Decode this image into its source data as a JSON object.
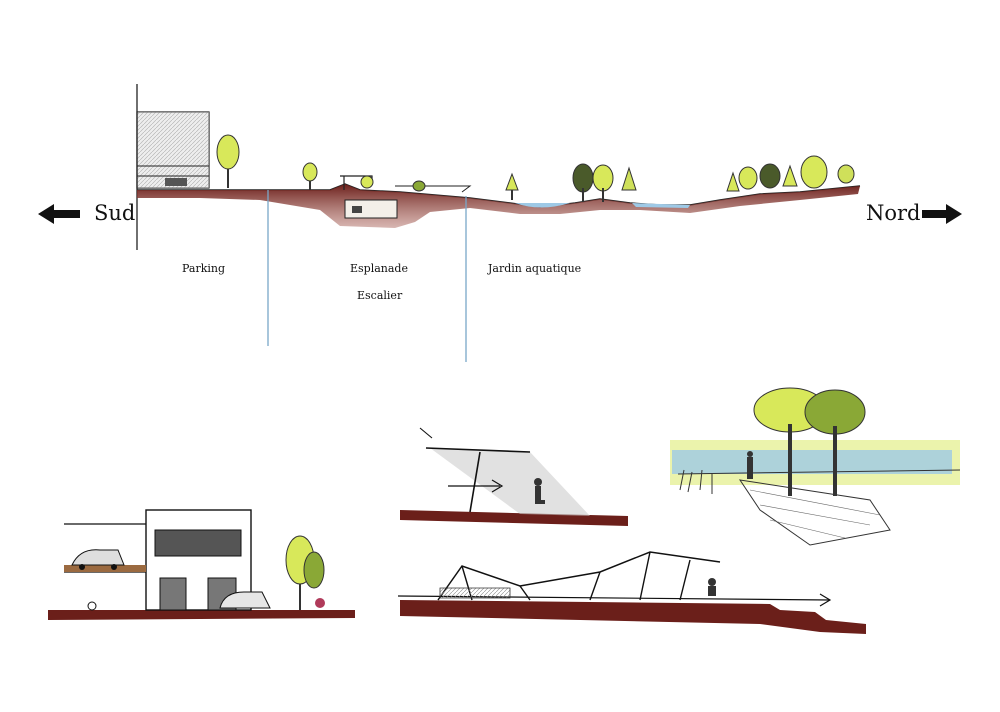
{
  "section": {
    "direction_left": "Sud",
    "direction_right": "Nord",
    "zones": [
      {
        "label": "Parking"
      },
      {
        "label": "Esplanade"
      },
      {
        "label": "Escalier"
      },
      {
        "label": "Jardin aquatique"
      }
    ]
  },
  "colors": {
    "ground": "#6b1f1a",
    "ground_light": "#9b4a42",
    "foliage": "#d8e85a",
    "foliage_dark": "#8aa836",
    "water": "#9ec9e6",
    "divider": "#7aa7c8",
    "ink": "#111111"
  }
}
